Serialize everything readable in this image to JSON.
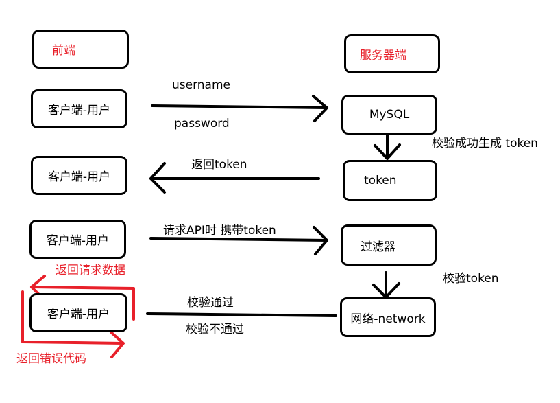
{
  "boxes": {
    "frontend": "前端",
    "server": "服务器端",
    "client1": "客户端-用户",
    "client2": "客户端-用户",
    "client3": "客户端-用户",
    "client4": "客户端-用户",
    "mysql": "MySQL",
    "token": "token",
    "filter": "过滤器",
    "network": "网络-network"
  },
  "labels": {
    "username": "username",
    "password": "password",
    "verify_success": "校验成功生成 token",
    "return_token": "返回token",
    "request_api": "请求API时 携带token",
    "verify_token": "校验token",
    "verify_pass": "校验通过",
    "verify_fail": "校验不通过",
    "return_data": "返回请求数据",
    "return_error": "返回错误代码"
  },
  "colors": {
    "stroke": "#000000",
    "accent_red": "#e8202a"
  }
}
